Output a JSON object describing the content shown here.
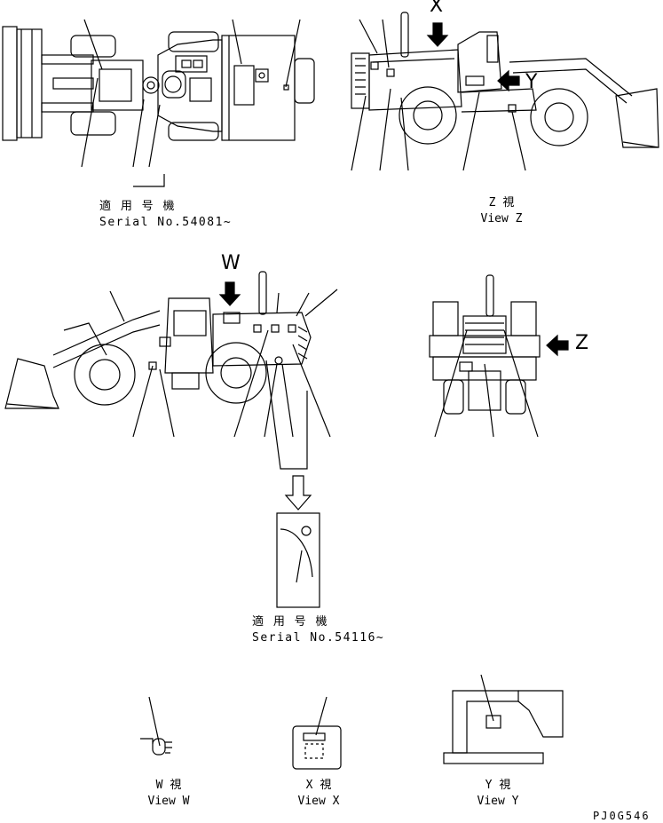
{
  "views": {
    "top_view": {
      "serial_jp": "適 用 号 機",
      "serial_no": "Serial No.54081~"
    },
    "view_z": {
      "jp": "Z  視",
      "en": "View Z",
      "arrow_x": "X",
      "arrow_y": "Y"
    },
    "left_side": {
      "arrow_w": "W",
      "serial_jp": "適 用 号 機",
      "serial_no": "Serial No.54116~"
    },
    "rear_view": {
      "arrow_z": "Z"
    },
    "view_w": {
      "jp": "W  視",
      "en": "View W"
    },
    "view_x": {
      "jp": "X  視",
      "en": "View X"
    },
    "view_y": {
      "jp": "Y  視",
      "en": "View Y"
    }
  },
  "drawing_code": "PJ0G546",
  "colors": {
    "line": "#000000",
    "background": "#ffffff"
  }
}
